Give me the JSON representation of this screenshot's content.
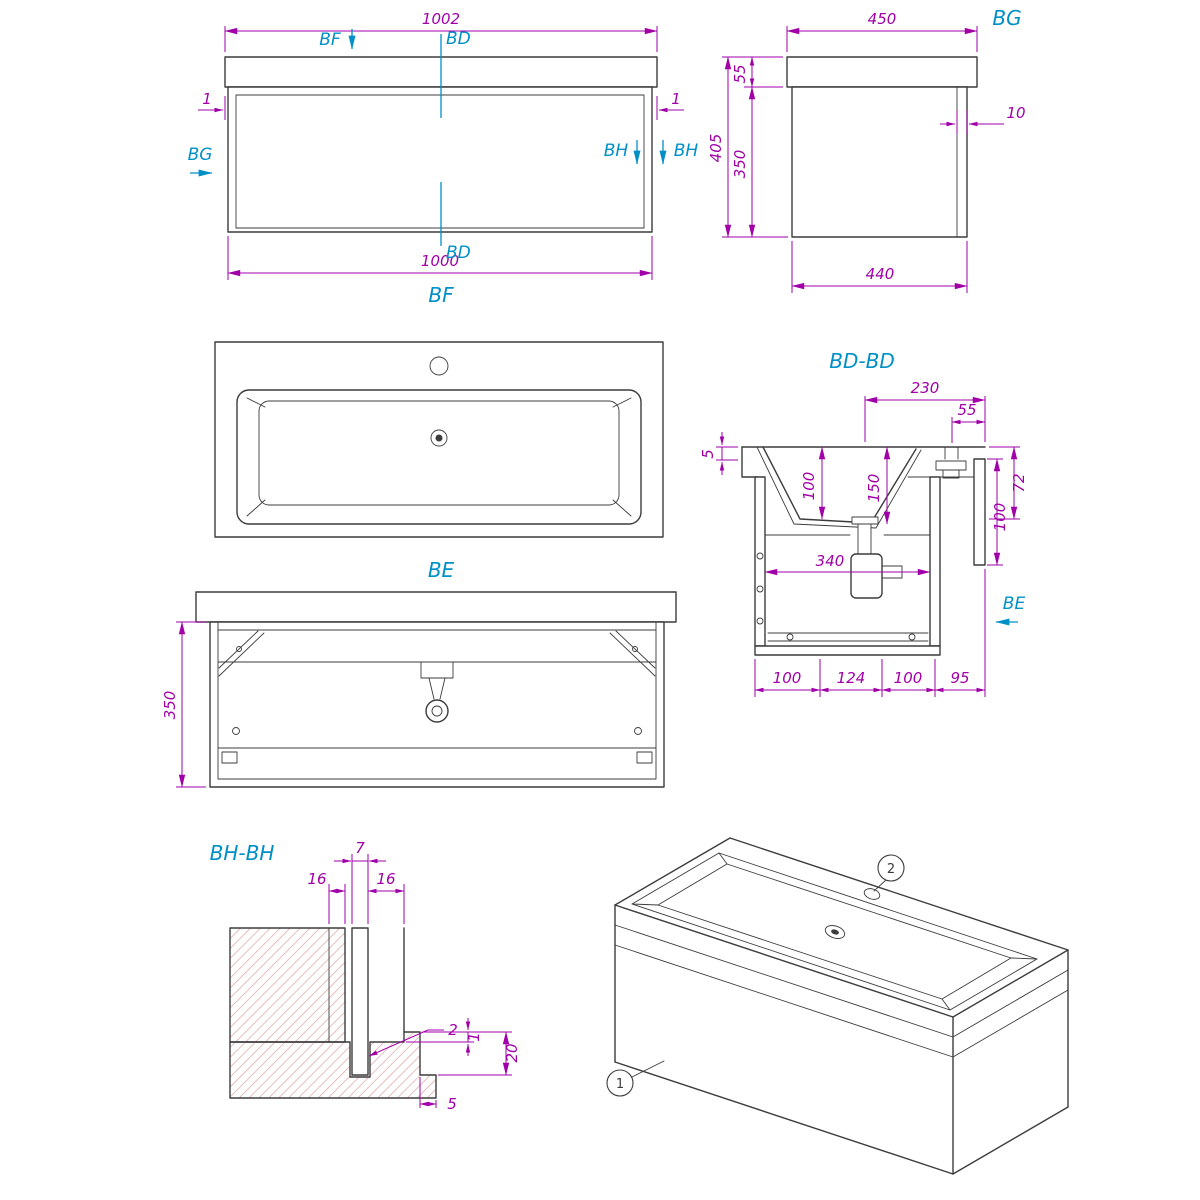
{
  "colors": {
    "dimension": "#a100a8",
    "label": "#0090c8",
    "line": "#3c3c3c",
    "hatch": "#dfa9a9",
    "background": "#ffffff"
  },
  "views": {
    "front": {
      "title": "BF",
      "dim_top": "1002",
      "dim_bottom": "1000",
      "dim_left": "1",
      "dim_right": "1",
      "cut_bf": "BF",
      "cut_bd_top": "BD",
      "cut_bd_bottom": "BD",
      "cut_bg": "BG",
      "cut_bh_left": "BH",
      "cut_bh_right": "BH"
    },
    "side": {
      "title": "BG",
      "dim_top": "450",
      "dim_counter": "55",
      "dim_total": "405",
      "dim_body": "350",
      "dim_panel": "10",
      "dim_bottom": "440"
    },
    "plan": {
      "title": "BE"
    },
    "section_be": {
      "dim_height": "350"
    },
    "section_bd": {
      "title": "BD-BD",
      "dim_top": "230",
      "dim_top_right": "55",
      "dim_left": "5",
      "dim_depth_a": "100",
      "dim_depth_b": "150",
      "dim_right_a": "72",
      "dim_right_b": "100",
      "dim_mid": "340",
      "cut_be": "BE",
      "bottom": [
        "100",
        "124",
        "100",
        "95"
      ]
    },
    "detail_bh": {
      "title": "BH-BH",
      "dim_a": "7",
      "dim_b": "16",
      "dim_c": "16",
      "dim_d": "2",
      "dim_e": "1",
      "dim_f": "20",
      "dim_g": "5"
    },
    "iso": {
      "callout_1": "1",
      "callout_2": "2"
    }
  }
}
